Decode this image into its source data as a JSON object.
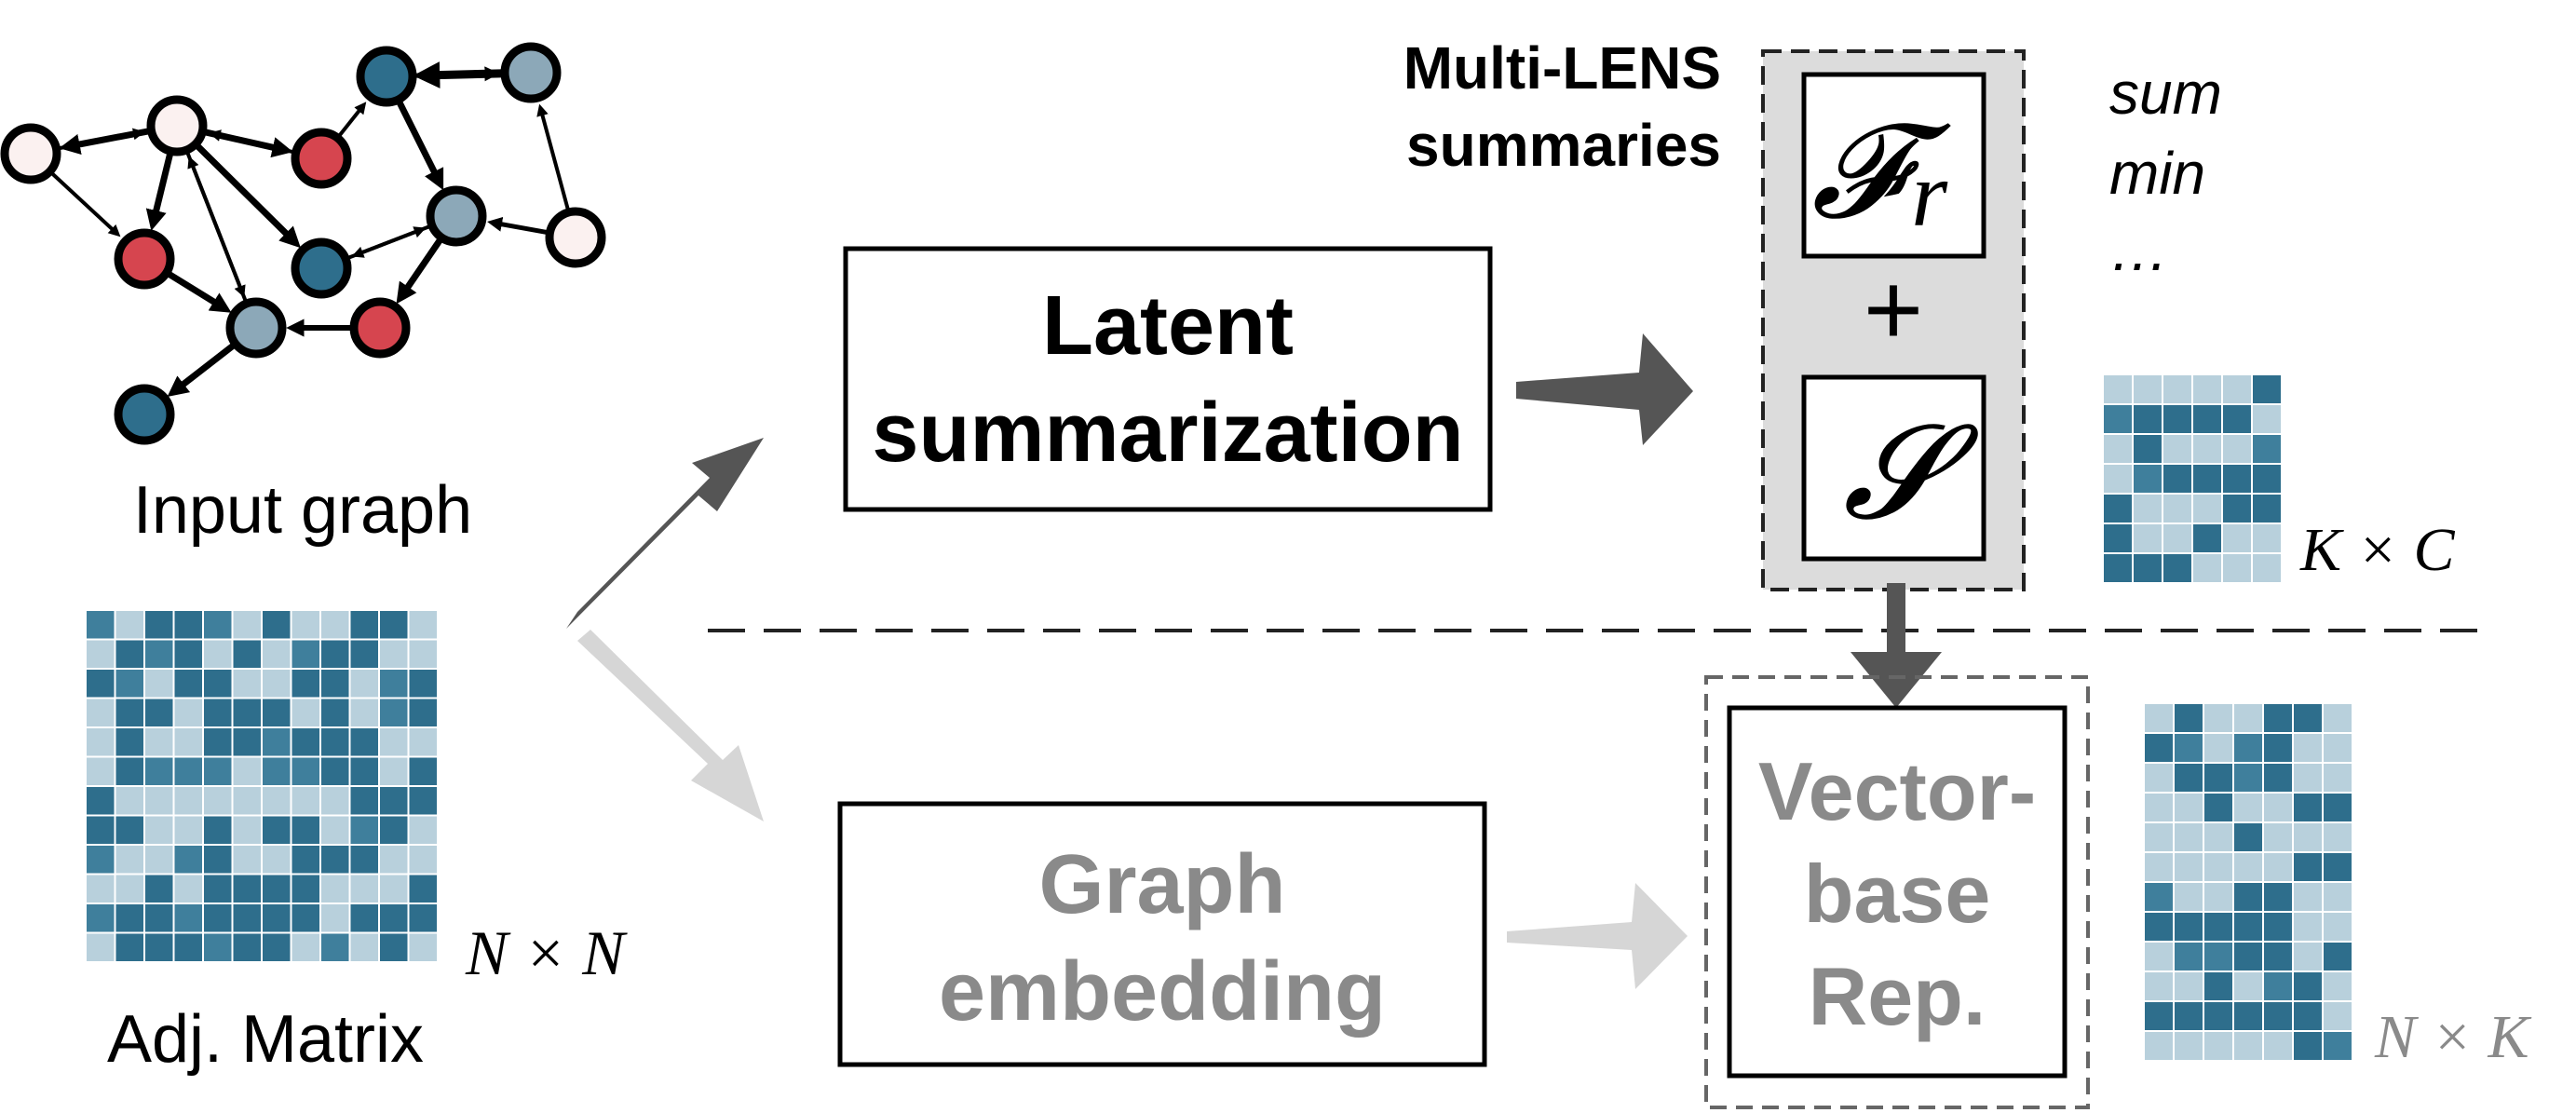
{
  "input_graph_label": "Input graph",
  "adj_matrix_label": "Adj. Matrix",
  "adj_matrix_dim": "N × N",
  "latent_box": {
    "line1": "Latent",
    "line2": "summarization"
  },
  "embedding_box": {
    "line1": "Graph",
    "line2": "embedding"
  },
  "summaries_label": {
    "line1": "Multi-LENS",
    "line2": "summaries"
  },
  "relational_op": "𝓕",
  "relational_sub": "r",
  "plus_symbol": "+",
  "summary_set": "𝓢",
  "agg_functions": [
    "sum",
    "min",
    "…"
  ],
  "summary_matrix_dim": "K × C",
  "vector_box": {
    "line1": "Vector-",
    "line2": "base",
    "line3": "Rep."
  },
  "embedding_matrix_dim": "N × K",
  "colors": {
    "dark_teal": "#2e6e8c",
    "light_blue": "#b8d0dc",
    "node_red": "#d6454f",
    "node_grey": "#8ca8b8",
    "node_pink": "#fbf1f0",
    "arrow_dark": "#555555",
    "arrow_light": "#d6d6d6",
    "faded_text": "#8a8a8a",
    "panel_grey": "#dcdcdc"
  }
}
